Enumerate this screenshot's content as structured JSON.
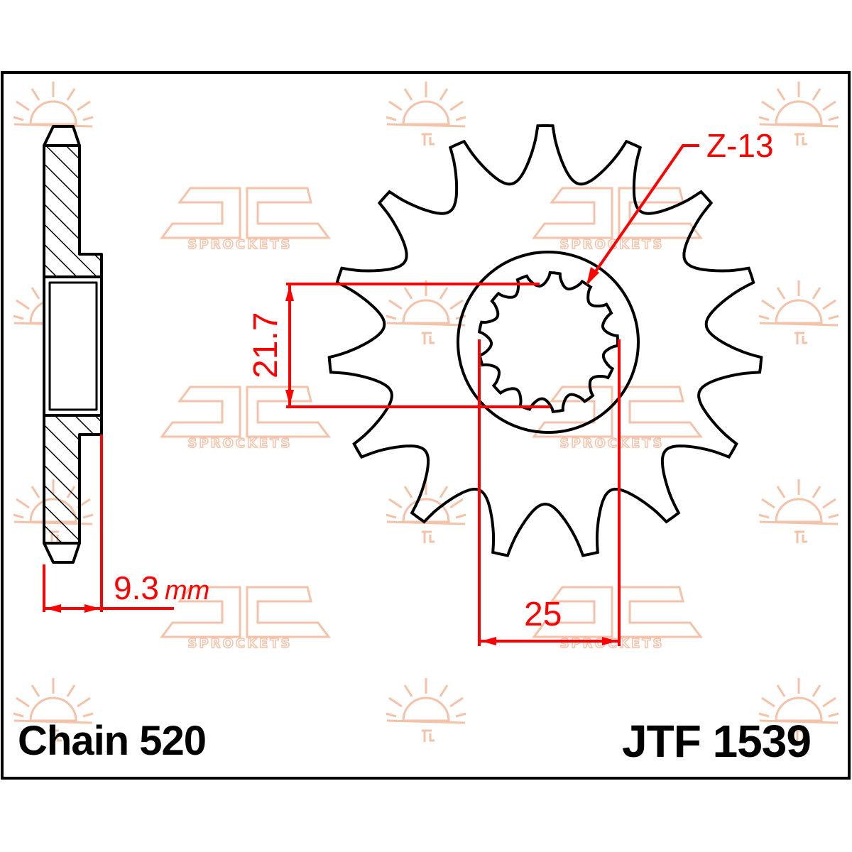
{
  "diagram": {
    "part_number": "JTF 1539",
    "chain": "Chain 520",
    "teeth_count": 15,
    "spline_label": "Z-13",
    "spline_count": 13,
    "dimensions": {
      "offset": "9.3",
      "offset_unit": "mm",
      "spline_diameter": "21.7",
      "hub_width": "25"
    },
    "watermark": {
      "logo_text": "JT",
      "sub_text": "SPROCKETS"
    },
    "colors": {
      "outline": "#000000",
      "dimension": "#ff0000",
      "watermark": "#f4c2a8"
    }
  }
}
